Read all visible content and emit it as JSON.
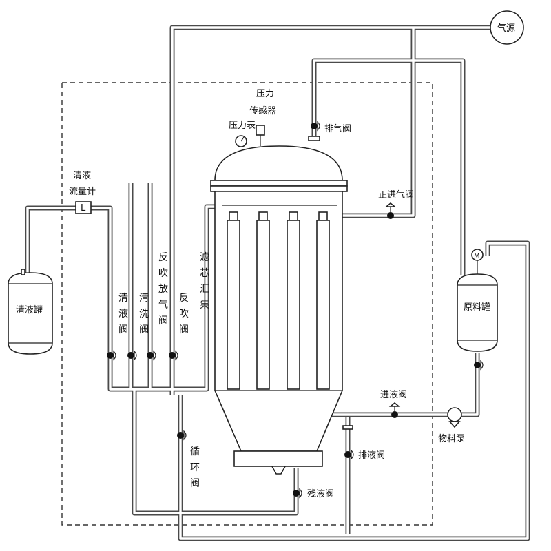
{
  "labels": {
    "gas_source": "气源",
    "pressure_sensor_line1": "压力",
    "pressure_sensor_line2": "传感器",
    "pressure_gauge": "压力表",
    "vent_valve": "排气阀",
    "positive_inlet_valve": "正进气阀",
    "clear_flowmeter_line1": "清液",
    "clear_flowmeter_line2": "流量计",
    "flowmeter_symbol": "L",
    "clear_tank": "清液罐",
    "raw_tank": "原料罐",
    "motor_symbol": "M",
    "clear_valve": "清液阀",
    "wash_valve": "清洗阀",
    "backflush_vent_valve": "反吹放气阀",
    "backflush_valve": "反吹阀",
    "filter_collect": "滤芯汇集",
    "inlet_valve": "进液阀",
    "material_pump": "物料泵",
    "drain_valve": "排液阀",
    "circulation_valve": "循环阀",
    "residual_valve": "残液阀"
  }
}
